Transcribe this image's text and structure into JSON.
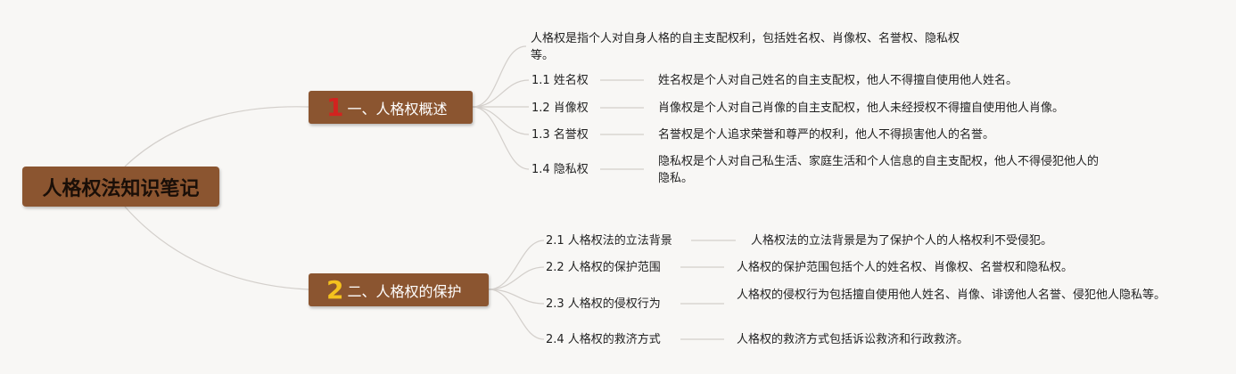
{
  "root": {
    "title": "人格权法知识笔记"
  },
  "branches": [
    {
      "number": "1",
      "label": "一、人格权概述",
      "intro": "人格权是指个人对自身人格的自主支配权利，包括姓名权、肖像权、名誉权、隐私权等。",
      "items": [
        {
          "label": "1.1 姓名权",
          "detail": "姓名权是个人对自己姓名的自主支配权，他人不得擅自使用他人姓名。"
        },
        {
          "label": "1.2 肖像权",
          "detail": "肖像权是个人对自己肖像的自主支配权，他人未经授权不得擅自使用他人肖像。"
        },
        {
          "label": "1.3 名誉权",
          "detail": "名誉权是个人追求荣誉和尊严的权利，他人不得损害他人的名誉。"
        },
        {
          "label": "1.4 隐私权",
          "detail": "隐私权是个人对自己私生活、家庭生活和个人信息的自主支配权，他人不得侵犯他人的隐私。"
        }
      ]
    },
    {
      "number": "2",
      "label": "二、人格权的保护",
      "items": [
        {
          "label": "2.1 人格权法的立法背景",
          "detail": "人格权法的立法背景是为了保护个人的人格权利不受侵犯。"
        },
        {
          "label": "2.2 人格权的保护范围",
          "detail": "人格权的保护范围包括个人的姓名权、肖像权、名誉权和隐私权。"
        },
        {
          "label": "2.3 人格权的侵权行为",
          "detail": "人格权的侵权行为包括擅自使用他人姓名、肖像、诽谤他人名誉、侵犯他人隐私等。"
        },
        {
          "label": "2.4 人格权的救济方式",
          "detail": "人格权的救济方式包括诉讼救济和行政救济。"
        }
      ]
    }
  ],
  "colors": {
    "node": "#8b5530",
    "number1": "#d2231f",
    "number2": "#f4c21e",
    "connector": "#d3cfcb",
    "background": "#f8f7f5"
  }
}
